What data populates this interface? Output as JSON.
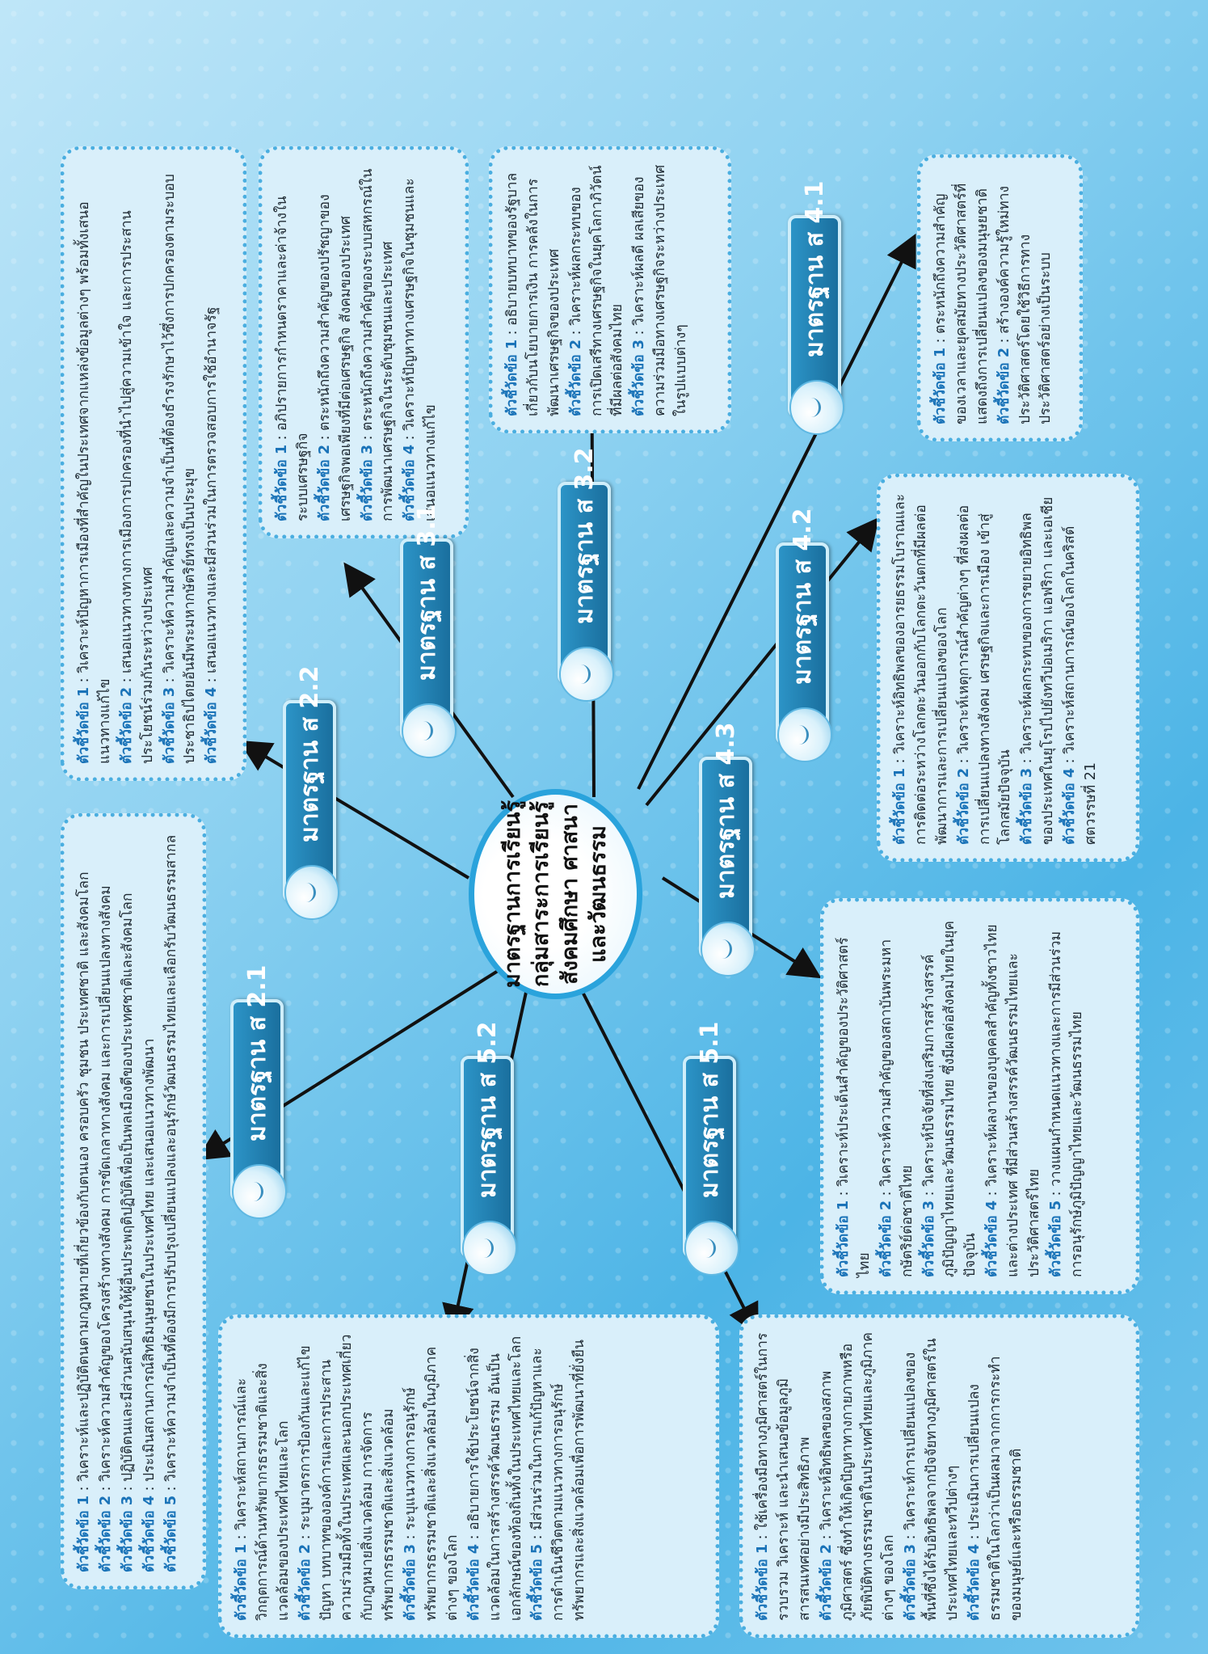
{
  "center": {
    "line1": "มาตรฐานการเรียนรู้",
    "line2": "กลุ่มสาระการเรียนรู้",
    "line3": "สังคมศึกษา ศาสนา",
    "line4": "และวัฒนธรรม"
  },
  "badges": {
    "s21": "มาตรฐาน ส 2.1",
    "s22": "มาตรฐาน ส 2.2",
    "s31": "มาตรฐาน ส 3.1",
    "s32": "มาตรฐาน ส 3.2",
    "s41": "มาตรฐาน ส 4.1",
    "s42": "มาตรฐาน ส 4.2",
    "s43": "มาตรฐาน ส 4.3",
    "s51": "มาตรฐาน ส 5.1",
    "s52": "มาตรฐาน ส 5.2"
  },
  "boxes": {
    "s21": [
      {
        "label": "ตัวชี้วัดข้อ 1",
        "text": " : วิเคราะห์และปฏิบัติตนตามกฎหมายที่เกี่ยวข้องกับตนเอง ครอบครัว ชุมชน ประเทศชาติ และสังคมโลก"
      },
      {
        "label": "ตัวชี้วัดข้อ 2",
        "text": " : วิเคราะห์ความสำคัญของโครงสร้างทางสังคม การขัดเกลาทางสังคม และการเปลี่ยนแปลงทางสังคม"
      },
      {
        "label": "ตัวชี้วัดข้อ 3",
        "text": " : ปฏิบัติตนและมีส่วนสนับสนุนให้ผู้อื่นประพฤติปฏิบัติเพื่อเป็นพลเมืองดีของประเทศชาติและสังคมโลก"
      },
      {
        "label": "ตัวชี้วัดข้อ 4",
        "text": " : ประเมินสถานการณ์สิทธิมนุษยชนในประเทศไทย และเสนอแนวทางพัฒนา"
      },
      {
        "label": "ตัวชี้วัดข้อ 5",
        "text": " : วิเคราะห์ความจำเป็นที่ต้องมีการปรับปรุงเปลี่ยนแปลงและอนุรักษ์วัฒนธรรมไทยและเลือกรับวัฒนธรรมสากล"
      }
    ],
    "s22": [
      {
        "label": "ตัวชี้วัดข้อ 1",
        "text": " : วิเคราะห์ปัญหาการเมืองที่สำคัญในประเทศจากแหล่งข้อมูลต่างๆ พร้อมทั้งเสนอแนวทางแก้ไข"
      },
      {
        "label": "ตัวชี้วัดข้อ 2",
        "text": " : เสนอแนวทางทางการเมืองการปกครองที่นำไปสู่ความเข้าใจ และการประสานประโยชน์ร่วมกันระหว่างประเทศ"
      },
      {
        "label": "ตัวชี้วัดข้อ 3",
        "text": " : วิเคราะห์ความสำคัญและความจำเป็นที่ต้องธำรงรักษาไว้ซึ่งการปกครองตามระบอบประชาธิปไตยอันมีพระมหากษัตริย์ทรงเป็นประมุข"
      },
      {
        "label": "ตัวชี้วัดข้อ 4",
        "text": " : เสนอแนวทางและมีส่วนร่วมในการตรวจสอบการใช้อำนาจรัฐ"
      }
    ],
    "s31": [
      {
        "label": "ตัวชี้วัดข้อ 1",
        "text": " : อภิปรายการกำหนดราคาและค่าจ้างในระบบเศรษฐกิจ"
      },
      {
        "label": "ตัวชี้วัดข้อ 2",
        "text": " : ตระหนักถึงความสำคัญของปรัชญาของเศรษฐกิจพอเพียงที่มีต่อเศรษฐกิจ สังคมของประเทศ"
      },
      {
        "label": "ตัวชี้วัดข้อ 3",
        "text": " : ตระหนักถึงความสำคัญของระบบสหกรณ์ในการพัฒนาเศรษฐกิจในระดับชุมชนและประเทศ"
      },
      {
        "label": "ตัวชี้วัดข้อ 4",
        "text": " : วิเคราะห์ปัญหาทางเศรษฐกิจในชุมชนและเสนอแนวทางแก้ไข"
      }
    ],
    "s32": [
      {
        "label": "ตัวชี้วัดข้อ 1",
        "text": " : อธิบายบทบาทของรัฐบาลเกี่ยวกับนโยบายการเงิน การคลังในการพัฒนาเศรษฐกิจของประเทศ"
      },
      {
        "label": "ตัวชี้วัดข้อ 2",
        "text": " : วิเคราะห์ผลกระทบของการเปิดเสรีทางเศรษฐกิจในยุคโลกาภิวัตน์ที่มีผลต่อสังคมไทย"
      },
      {
        "label": "ตัวชี้วัดข้อ 3",
        "text": " : วิเคราะห์ผลดี ผลเสียของความร่วมมือทางเศรษฐกิจระหว่างประเทศในรูปแบบต่างๆ"
      }
    ],
    "s41": [
      {
        "label": "ตัวชี้วัดข้อ 1",
        "text": " : ตระหนักถึงความสำคัญของเวลาและยุคสมัยทางประวัติศาสตร์ที่แสดงถึงการเปลี่ยนแปลงของมนุษยชาติ"
      },
      {
        "label": "ตัวชี้วัดข้อ 2",
        "text": " : สร้างองค์ความรู้ใหม่ทางประวัติศาสตร์โดยใช้วิธีการทางประวัติศาสตร์อย่างเป็นระบบ"
      }
    ],
    "s42": [
      {
        "label": "ตัวชี้วัดข้อ 1",
        "text": " : วิเคราะห์อิทธิพลของอารยธรรมโบราณและการติดต่อระหว่างโลกตะวันออกกับโลกตะวันตกที่มีผลต่อพัฒนาการและการเปลี่ยนแปลงของโลก"
      },
      {
        "label": "ตัวชี้วัดข้อ 2",
        "text": " : วิเคราะห์เหตุการณ์สำคัญต่างๆ ที่ส่งผลต่อการเปลี่ยนแปลงทางสังคม เศรษฐกิจและการเมือง เข้าสู่โลกสมัยปัจจุบัน"
      },
      {
        "label": "ตัวชี้วัดข้อ 3",
        "text": " : วิเคราะห์ผลกระทบของการขยายอิทธิพลของประเทศในยุโรปไปยังทวีปอเมริกา แอฟริกา และเอเชีย"
      },
      {
        "label": "ตัวชี้วัดข้อ 4",
        "text": " : วิเคราะห์สถานการณ์ของโลกในคริสต์ศตวรรษที่ 21"
      }
    ],
    "s43": [
      {
        "label": "ตัวชี้วัดข้อ 1",
        "text": " : วิเคราะห์ประเด็นสำคัญของประวัติศาสตร์ไทย"
      },
      {
        "label": "ตัวชี้วัดข้อ 2",
        "text": " : วิเคราะห์ความสำคัญของสถาบันพระมหากษัตริย์ต่อชาติไทย"
      },
      {
        "label": "ตัวชี้วัดข้อ 3",
        "text": " : วิเคราะห์ปัจจัยที่ส่งเสริมการสร้างสรรค์ภูมิปัญญาไทยและวัฒนธรรมไทย ซึ่งมีผลต่อสังคมไทยในยุคปัจจุบัน"
      },
      {
        "label": "ตัวชี้วัดข้อ 4",
        "text": " : วิเคราะห์ผลงานของบุคคลสำคัญทั้งชาวไทยและต่างประเทศ ที่มีส่วนสร้างสรรค์วัฒนธรรมไทยและประวัติศาสตร์ไทย"
      },
      {
        "label": "ตัวชี้วัดข้อ 5",
        "text": " : วางแผนกำหนดแนวทางและการมีส่วนร่วมการอนุรักษ์ภูมิปัญญาไทยและวัฒนธรรมไทย"
      }
    ],
    "s51": [
      {
        "label": "ตัวชี้วัดข้อ 1",
        "text": " : ใช้เครื่องมือทางภูมิศาสตร์ในการรวบรวม วิเคราะห์ และนำเสนอข้อมูลภูมิสารสนเทศอย่างมีประสิทธิภาพ"
      },
      {
        "label": "ตัวชี้วัดข้อ 2",
        "text": " : วิเคราะห์อิทธิพลของสภาพภูมิศาสตร์ ซึ่งทำให้เกิดปัญหาทางกายภาพหรือภัยพิบัติทางธรรมชาติในประเทศไทยและภูมิภาคต่างๆ ของโลก"
      },
      {
        "label": "ตัวชี้วัดข้อ 3",
        "text": " : วิเคราะห์การเปลี่ยนแปลงของพื้นที่ซึ่งได้รับอิทธิพลจากปัจจัยทางภูมิศาสตร์ในประเทศไทยและทวีปต่างๆ"
      },
      {
        "label": "ตัวชี้วัดข้อ 4",
        "text": " : ประเมินการเปลี่ยนแปลงธรรมชาติในโลกว่าเป็นผลมาจากการกระทำของมนุษย์และหรือธรรมชาติ"
      }
    ],
    "s52": [
      {
        "label": "ตัวชี้วัดข้อ 1",
        "text": " : วิเคราะห์สถานการณ์และวิกฤตการณ์ด้านทรัพยากรธรรมชาติและสิ่งแวดล้อมของประเทศไทยและโลก"
      },
      {
        "label": "ตัวชี้วัดข้อ 2",
        "text": " : ระบุมาตรการป้องกันและแก้ไขปัญหา บทบาทขององค์การและการประสานความร่วมมือทั้งในประเทศและนอกประเทศเกี่ยวกับกฎหมายสิ่งแวดล้อม การจัดการทรัพยากรธรรมชาติและสิ่งแวดล้อม"
      },
      {
        "label": "ตัวชี้วัดข้อ 3",
        "text": " : ระบุแนวทางการอนุรักษ์ทรัพยากรธรรมชาติและสิ่งแวดล้อมในภูมิภาคต่างๆ ของโลก"
      },
      {
        "label": "ตัวชี้วัดข้อ 4",
        "text": " : อธิบายการใช้ประโยชน์จากสิ่งแวดล้อมในการสร้างสรรค์วัฒนธรรม อันเป็นเอกลักษณ์ของท้องถิ่นทั้งในประเทศไทยและโลก"
      },
      {
        "label": "ตัวชี้วัดข้อ 5",
        "text": " : มีส่วนร่วมในการแก้ปัญหาและการดำเนินชีวิตตามแนวทางการอนุรักษ์ทรัพยากรและสิ่งแวดล้อมเพื่อการพัฒนาที่ยั่งยืน"
      }
    ]
  }
}
